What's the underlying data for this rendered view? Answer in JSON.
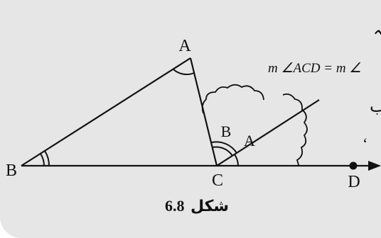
{
  "top_text": "ہیں؟ کیا آپ کہہ سکتے ہیں کہ",
  "equation": "m ∠ACD = m ∠",
  "partial_char_1": "ب",
  "partial_char_2": "‘",
  "points": {
    "A": "A",
    "B": "B",
    "C": "C",
    "D": "D"
  },
  "angle_labels": {
    "b_at_c": "B",
    "a_at_c": "A"
  },
  "caption": {
    "word": "شکل",
    "number": "6.8"
  },
  "colors": {
    "background": "#e6e6e6",
    "ink": "#111111"
  }
}
